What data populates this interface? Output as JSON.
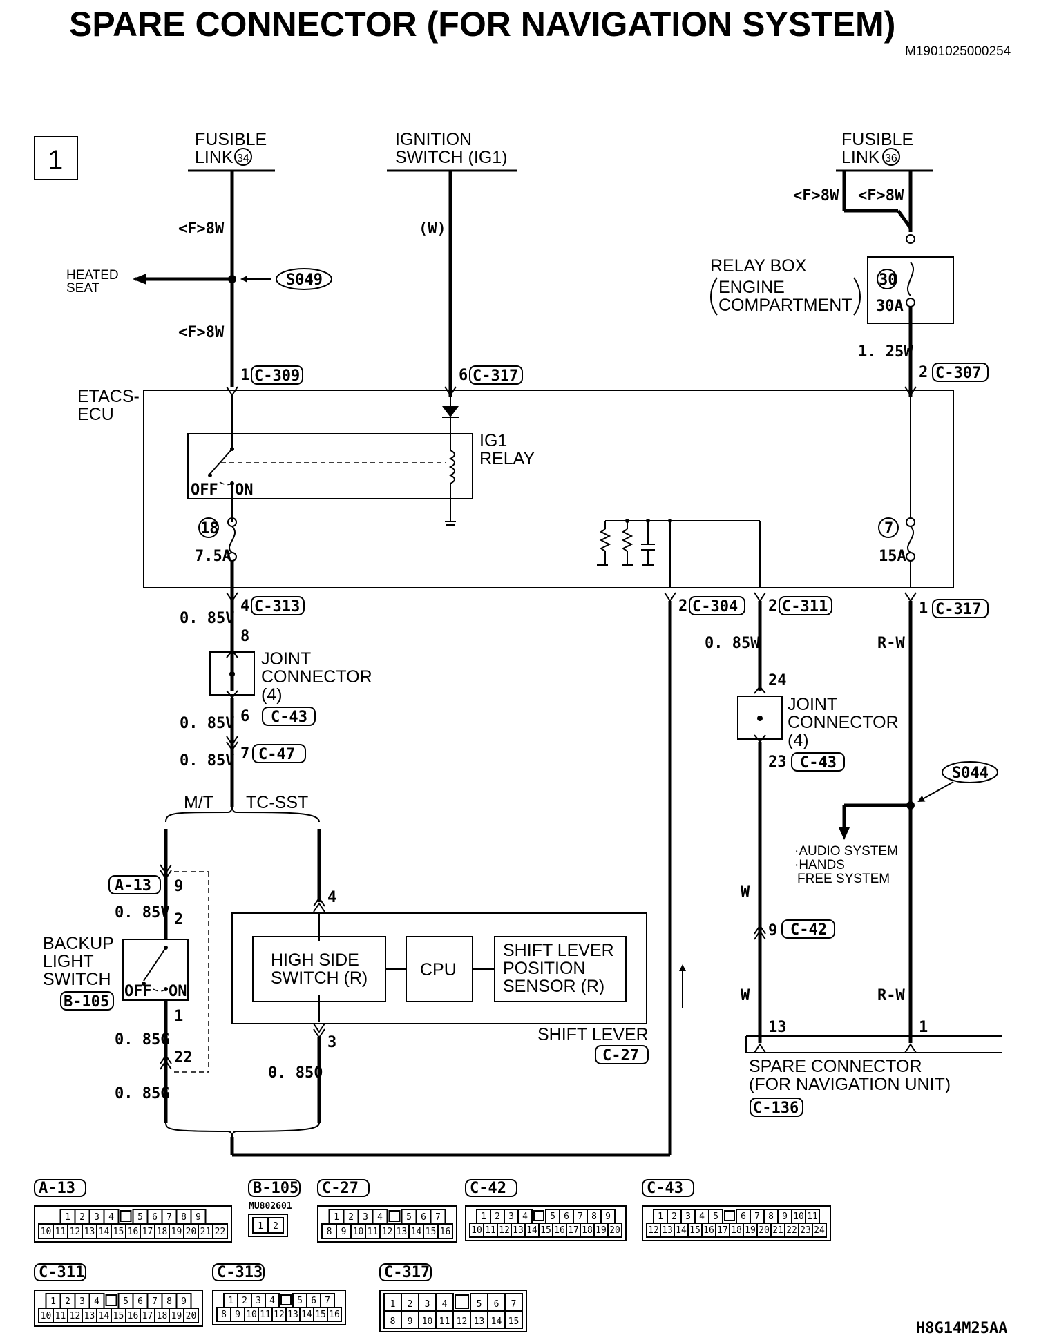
{
  "title": "SPARE CONNECTOR (FOR NAVIGATION SYSTEM)",
  "doc_code": "M1901025000254",
  "figure_code": "H8G14M25AA",
  "page_number": "1",
  "sources": {
    "fusible_link_34_l1": "FUSIBLE",
    "fusible_link_34_l2": "LINK",
    "fusible_link_34_num": "34",
    "ignition_l1": "IGNITION",
    "ignition_l2": "SWITCH (IG1)",
    "fusible_link_36_l1": "FUSIBLE",
    "fusible_link_36_l2": "LINK",
    "fusible_link_36_num": "36"
  },
  "labels": {
    "heated_seat_l1": "HEATED",
    "heated_seat_l2": "SEAT",
    "splice_s049": "S049",
    "splice_s044": "S044",
    "relay_box_l1": "RELAY BOX",
    "relay_box_l2": "ENGINE",
    "relay_box_l3": "COMPARTMENT",
    "fuse30_num": "30",
    "fuse30_amp": "30A",
    "etacs_l1": "ETACS-",
    "etacs_l2": "ECU",
    "ig1_relay_l1": "IG1",
    "ig1_relay_l2": "RELAY",
    "off": "OFF",
    "on": "ON",
    "fuse18_num": "18",
    "fuse18_amp": "7.5A",
    "fuse7_num": "7",
    "fuse7_amp": "15A",
    "joint_connector_l1": "JOINT",
    "joint_connector_l2": "CONNECTOR",
    "joint_connector_l3": "(4)",
    "mt": "M/T",
    "tcsst": "TC-SST",
    "backup_l1": "BACKUP",
    "backup_l2": "LIGHT",
    "backup_l3": "SWITCH",
    "high_side_l1": "HIGH SIDE",
    "high_side_l2": "SWITCH (R)",
    "cpu": "CPU",
    "slps_l1": "SHIFT LEVER",
    "slps_l2": "POSITION",
    "slps_l3": "SENSOR (R)",
    "shift_lever": "SHIFT LEVER",
    "audio_l1": "·AUDIO SYSTEM",
    "audio_l2": "·HANDS",
    "audio_l3": "FREE SYSTEM",
    "spare_l1": "SPARE CONNECTOR",
    "spare_l2": "(FOR NAVIGATION UNIT)"
  },
  "wires": {
    "f8w_a": "<F>8W",
    "f8w_b": "<F>8W",
    "f8w_c": "<F>8W",
    "f8w_d": "<F>8W",
    "w_ign": "(W)",
    "w125": "1. 25W",
    "v085_a": "0. 85V",
    "v085_b": "0. 85V",
    "v085_c": "0. 85V",
    "v085_d": "0. 85V",
    "g085_a": "0. 85G",
    "g085_b": "0. 85G",
    "o085": "0. 850",
    "w085": "0. 85W",
    "rw_a": "R-W",
    "rw_b": "R-W",
    "w_a": "W",
    "w_b": "W"
  },
  "pins": {
    "p1_c309": "1",
    "p6_c317": "6",
    "p2_c307": "2",
    "p4_c313": "4",
    "p8": "8",
    "p6_c43": "6",
    "p7_c47": "7",
    "p2_c304": "2",
    "p2_c311": "2",
    "p1_c317": "1",
    "p24": "24",
    "p23_c43": "23",
    "p9_c42": "9",
    "p13": "13",
    "p1_spare": "1",
    "p9_a13": "9",
    "p2_a13": "2",
    "p1_b105": "1",
    "p22": "22",
    "p4_c27": "4",
    "p3_c27": "3"
  },
  "connectors": {
    "c309": "C-309",
    "c317_top": "C-317",
    "c307": "C-307",
    "c313": "C-313",
    "c43_left": "C-43",
    "c47": "C-47",
    "c304": "C-304",
    "c311": "C-311",
    "c317_bot": "C-317",
    "c43_right": "C-43",
    "c42": "C-42",
    "a13": "A-13",
    "b105": "B-105",
    "c27": "C-27",
    "c136": "C-136"
  },
  "connector_views": [
    {
      "name": "A-13",
      "rows": [
        [
          "1",
          "2",
          "3",
          "4",
          "",
          "5",
          "6",
          "7",
          "8",
          "9"
        ],
        [
          "10",
          "11",
          "12",
          "13",
          "14",
          "15",
          "16",
          "17",
          "18",
          "19",
          "20",
          "21",
          "22"
        ]
      ]
    },
    {
      "name": "B-105",
      "part": "MU802601",
      "rows": [
        [
          "1",
          "2"
        ]
      ]
    },
    {
      "name": "C-27",
      "rows": [
        [
          "1",
          "2",
          "3",
          "4",
          "",
          "5",
          "6",
          "7"
        ],
        [
          "8",
          "9",
          "10",
          "11",
          "12",
          "13",
          "14",
          "15",
          "16"
        ]
      ]
    },
    {
      "name": "C-42",
      "rows": [
        [
          "1",
          "2",
          "3",
          "4",
          "",
          "5",
          "6",
          "7",
          "8",
          "9"
        ],
        [
          "10",
          "11",
          "12",
          "13",
          "14",
          "15",
          "16",
          "17",
          "18",
          "19",
          "20"
        ]
      ]
    },
    {
      "name": "C-43",
      "rows": [
        [
          "1",
          "2",
          "3",
          "4",
          "5",
          "",
          "6",
          "7",
          "8",
          "9",
          "10",
          "11"
        ],
        [
          "12",
          "13",
          "14",
          "15",
          "16",
          "17",
          "18",
          "19",
          "20",
          "21",
          "22",
          "23",
          "24"
        ]
      ]
    },
    {
      "name": "C-311",
      "rows": [
        [
          "1",
          "2",
          "3",
          "4",
          "",
          "5",
          "6",
          "7",
          "8",
          "9"
        ],
        [
          "10",
          "11",
          "12",
          "13",
          "14",
          "15",
          "16",
          "17",
          "18",
          "19",
          "20"
        ]
      ]
    },
    {
      "name": "C-313",
      "rows": [
        [
          "1",
          "2",
          "3",
          "4",
          "",
          "5",
          "6",
          "7"
        ],
        [
          "8",
          "9",
          "10",
          "11",
          "12",
          "13",
          "14",
          "15",
          "16"
        ]
      ]
    },
    {
      "name": "C-317",
      "rows": [
        [
          "1",
          "2",
          "3",
          "4",
          "",
          "5",
          "6",
          "7"
        ],
        [
          "8",
          "9",
          "10",
          "11",
          "12",
          "13",
          "14",
          "15"
        ]
      ]
    }
  ]
}
